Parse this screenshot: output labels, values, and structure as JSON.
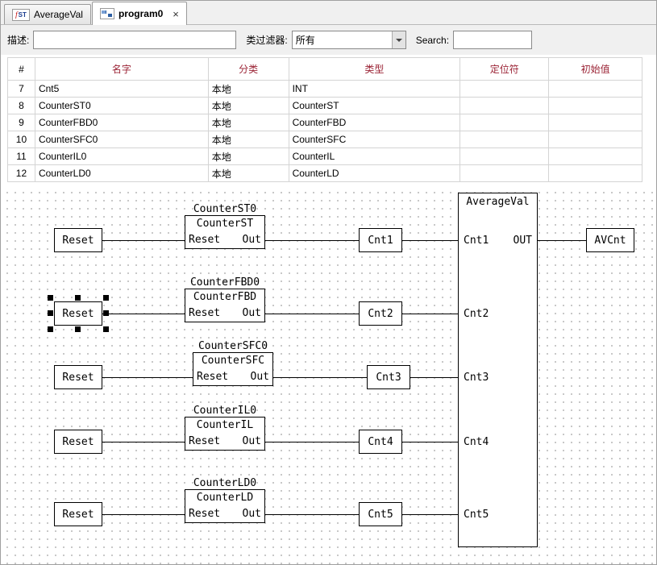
{
  "tabs": [
    {
      "label": "AverageVal"
    },
    {
      "label": "program0",
      "close": "×"
    }
  ],
  "icons": {
    "st_f": "f",
    "st_label": "ST"
  },
  "filter": {
    "desc_label": "描述:",
    "desc_value": "",
    "type_label": "类过滤器:",
    "type_value": "所有",
    "search_label": "Search:",
    "search_value": ""
  },
  "table": {
    "headers": [
      "#",
      "名字",
      "分类",
      "类型",
      "定位符",
      "初始值"
    ],
    "rows": [
      {
        "num": "7",
        "name": "Cnt5",
        "category": "本地",
        "type": "INT",
        "locator": "",
        "initial": ""
      },
      {
        "num": "8",
        "name": "CounterST0",
        "category": "本地",
        "type": "CounterST",
        "locator": "",
        "initial": ""
      },
      {
        "num": "9",
        "name": "CounterFBD0",
        "category": "本地",
        "type": "CounterFBD",
        "locator": "",
        "initial": ""
      },
      {
        "num": "10",
        "name": "CounterSFC0",
        "category": "本地",
        "type": "CounterSFC",
        "locator": "",
        "initial": ""
      },
      {
        "num": "11",
        "name": "CounterIL0",
        "category": "本地",
        "type": "CounterIL",
        "locator": "",
        "initial": ""
      },
      {
        "num": "12",
        "name": "CounterLD0",
        "category": "本地",
        "type": "CounterLD",
        "locator": "",
        "initial": ""
      }
    ]
  },
  "diagram": {
    "blocks": [
      {
        "instance": "CounterST0",
        "type": "CounterST",
        "reset_var": "Reset",
        "in_pin": "Reset",
        "out_pin": "Out",
        "out_var": "Cnt1"
      },
      {
        "instance": "CounterFBD0",
        "type": "CounterFBD",
        "reset_var": "Reset",
        "in_pin": "Reset",
        "out_pin": "Out",
        "out_var": "Cnt2"
      },
      {
        "instance": "CounterSFC0",
        "type": "CounterSFC",
        "reset_var": "Reset",
        "in_pin": "Reset",
        "out_pin": "Out",
        "out_var": "Cnt3"
      },
      {
        "instance": "CounterIL0",
        "type": "CounterIL",
        "reset_var": "Reset",
        "in_pin": "Reset",
        "out_pin": "Out",
        "out_var": "Cnt4"
      },
      {
        "instance": "CounterLD0",
        "type": "CounterLD",
        "reset_var": "Reset",
        "in_pin": "Reset",
        "out_pin": "Out",
        "out_var": "Cnt5"
      }
    ],
    "avg": {
      "title": "AverageVal",
      "inputs": [
        "Cnt1",
        "Cnt2",
        "Cnt3",
        "Cnt4",
        "Cnt5"
      ],
      "output": "OUT",
      "result_var": "AVCnt"
    }
  },
  "colors": {
    "header_text": "#9b2335",
    "wire": "#000000",
    "selection": "#000000"
  }
}
